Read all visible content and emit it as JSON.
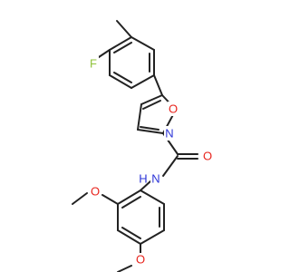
{
  "molecule": {
    "colors": {
      "bond": "#222222",
      "oxygen": "#e8231c",
      "nitrogen": "#2d35d8",
      "fluorine": "#8fc23a",
      "background": "#ffffff"
    },
    "atoms": {
      "F": "F",
      "O_isoxazole": "O",
      "N_isoxazole": "N",
      "O_carbonyl": "O",
      "N_amide": "N",
      "H_amide": "H",
      "O_methoxy_ortho": "O",
      "O_methoxy_para": "O"
    }
  }
}
